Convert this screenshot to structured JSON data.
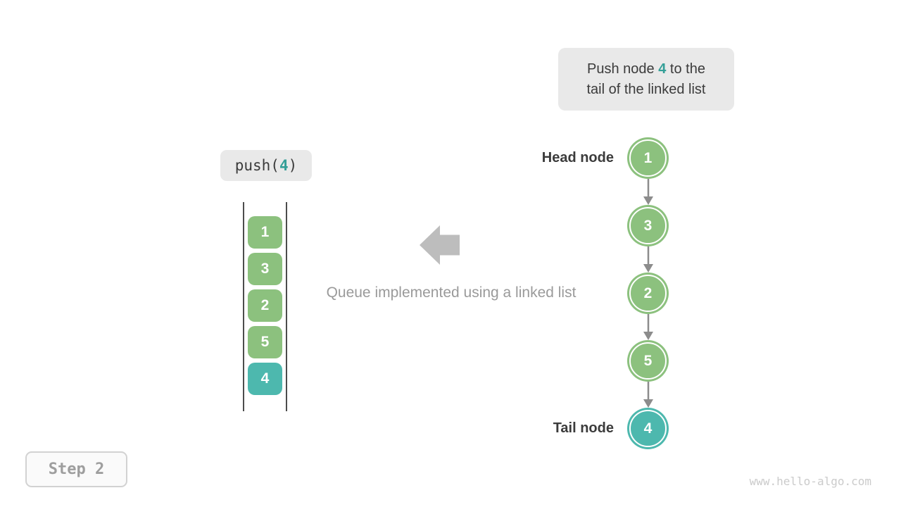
{
  "callout": {
    "line1_prefix": "Push node ",
    "line1_highlight": "4",
    "line1_suffix": " to the",
    "line2": "tail of the linked list"
  },
  "push_label": {
    "prefix": "push(",
    "value": "4",
    "suffix": ")"
  },
  "stack": {
    "items": [
      {
        "value": "1",
        "highlight": false
      },
      {
        "value": "3",
        "highlight": false
      },
      {
        "value": "2",
        "highlight": false
      },
      {
        "value": "5",
        "highlight": false
      },
      {
        "value": "4",
        "highlight": true
      }
    ]
  },
  "middle": {
    "arrow_icon": "left-block-arrow",
    "caption": "Queue implemented using a linked list"
  },
  "linked_list": {
    "head_label": "Head node",
    "tail_label": "Tail node",
    "nodes": [
      {
        "value": "1",
        "highlight": false
      },
      {
        "value": "3",
        "highlight": false
      },
      {
        "value": "2",
        "highlight": false
      },
      {
        "value": "5",
        "highlight": false
      },
      {
        "value": "4",
        "highlight": true
      }
    ]
  },
  "step_badge": {
    "label": "Step 2"
  },
  "watermark": {
    "text": "www.hello-algo.com"
  },
  "colors": {
    "node_green": "#8CC17E",
    "node_teal": "#4DB8AE",
    "highlight_text": "#339F97",
    "dark_text": "#3B3B3B",
    "muted_text": "#9A9A9A",
    "connector_gray": "#8C8C8C",
    "big_arrow_gray": "#BDBDBD",
    "box_bg": "#E9E9E9",
    "stack_line": "#4C4C4C",
    "step_text": "#9E9E9E",
    "step_border": "#D2D2D2",
    "watermark": "#CBCBCB"
  }
}
